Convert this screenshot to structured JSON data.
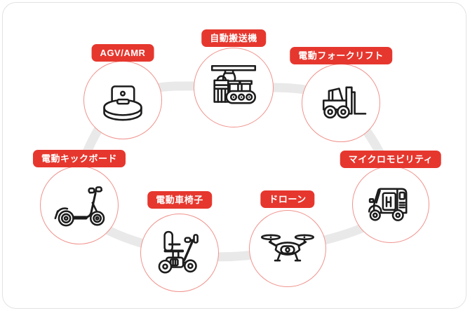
{
  "diagram": {
    "title_hint": "mobility and automation vehicle types ring diagram",
    "colors": {
      "badge_red": "#e6372e",
      "circle_border": "#f0938d",
      "connector_gray": "#e9e9e9",
      "card_border": "#e2e2e2",
      "icon_stroke": "#1c1c1c"
    },
    "items": [
      {
        "label": "AGV/AMR",
        "icon": "agv-robot-icon"
      },
      {
        "label": "自動搬送機",
        "icon": "conveyor-robot-arm-icon"
      },
      {
        "label": "電動フォークリフト",
        "icon": "electric-forklift-icon"
      },
      {
        "label": "電動キックボード",
        "icon": "electric-kick-scooter-icon"
      },
      {
        "label": "マイクロモビリティ",
        "icon": "micro-mobility-rickshaw-icon"
      },
      {
        "label": "電動車椅子",
        "icon": "electric-wheelchair-icon"
      },
      {
        "label": "ドローン",
        "icon": "drone-icon"
      }
    ]
  }
}
